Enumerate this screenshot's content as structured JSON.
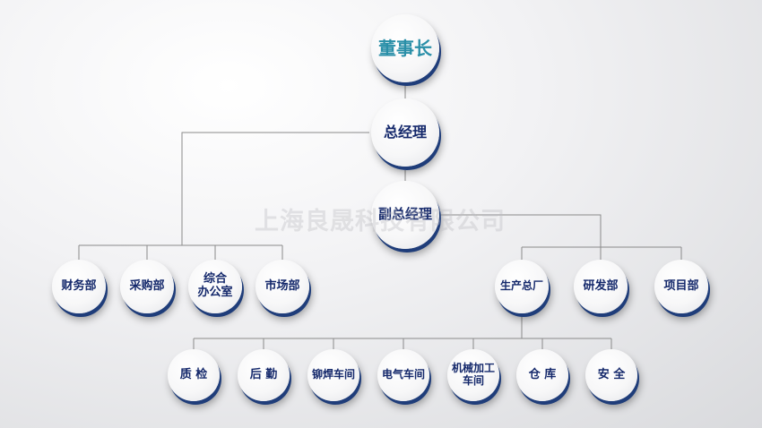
{
  "nodes": {
    "chairman": "董事长",
    "general_manager": "总经理",
    "deputy_general_manager": "副总经理",
    "finance": "财务部",
    "purchasing": "采购部",
    "general_office": "综合\n办公室",
    "marketing": "市场部",
    "production": "生产总厂",
    "rnd": "研发部",
    "project": "项目部",
    "quality": "质 检",
    "logistics": "后 勤",
    "riveting_welding": "铆焊车间",
    "electrical": "电气车间",
    "machining": "机械加工\n车间",
    "warehouse": "仓 库",
    "safety": "安 全"
  },
  "watermark": "上海良晟科技有限公司",
  "colors": {
    "title": "#2a8fa8",
    "text": "#14286b",
    "shadow": "#1f3d7a",
    "line": "#8a8a8a"
  }
}
